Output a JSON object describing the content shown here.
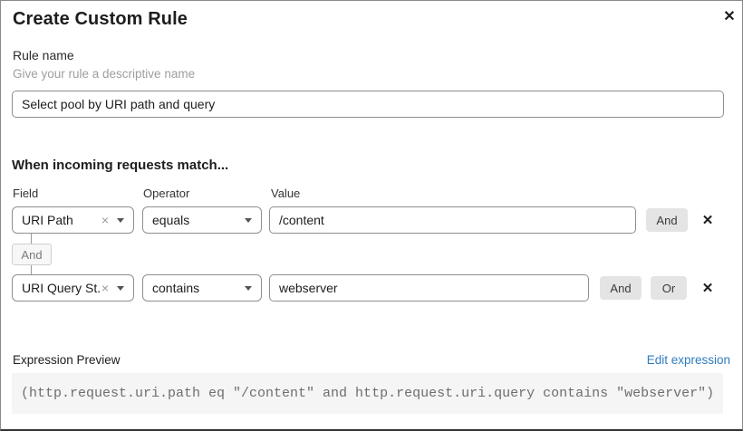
{
  "dialog": {
    "title": "Create Custom Rule"
  },
  "icons": {
    "close": "✕",
    "remove": "×",
    "delete": "✕"
  },
  "rule_name": {
    "label": "Rule name",
    "hint": "Give your rule a descriptive name",
    "value": "Select pool by URI path and query"
  },
  "match_section": {
    "title": "When incoming requests match...",
    "columns": {
      "field": "Field",
      "operator": "Operator",
      "value": "Value"
    },
    "connector_label": "And",
    "rows": [
      {
        "field": "URI Path",
        "operator": "equals",
        "value": "/content",
        "buttons": [
          "And"
        ]
      },
      {
        "field": "URI Query St...",
        "operator": "contains",
        "value": "webserver",
        "buttons": [
          "And",
          "Or"
        ]
      }
    ]
  },
  "expression_preview": {
    "label": "Expression Preview",
    "edit_link": "Edit expression",
    "expression": "(http.request.uri.path eq \"/content\" and http.request.uri.query contains \"webserver\")"
  },
  "colors": {
    "link-blue": "#2f7cbe",
    "button-bg": "#e4e4e4",
    "code-bg": "#f5f5f5",
    "input-border": "#8f8f8f"
  }
}
